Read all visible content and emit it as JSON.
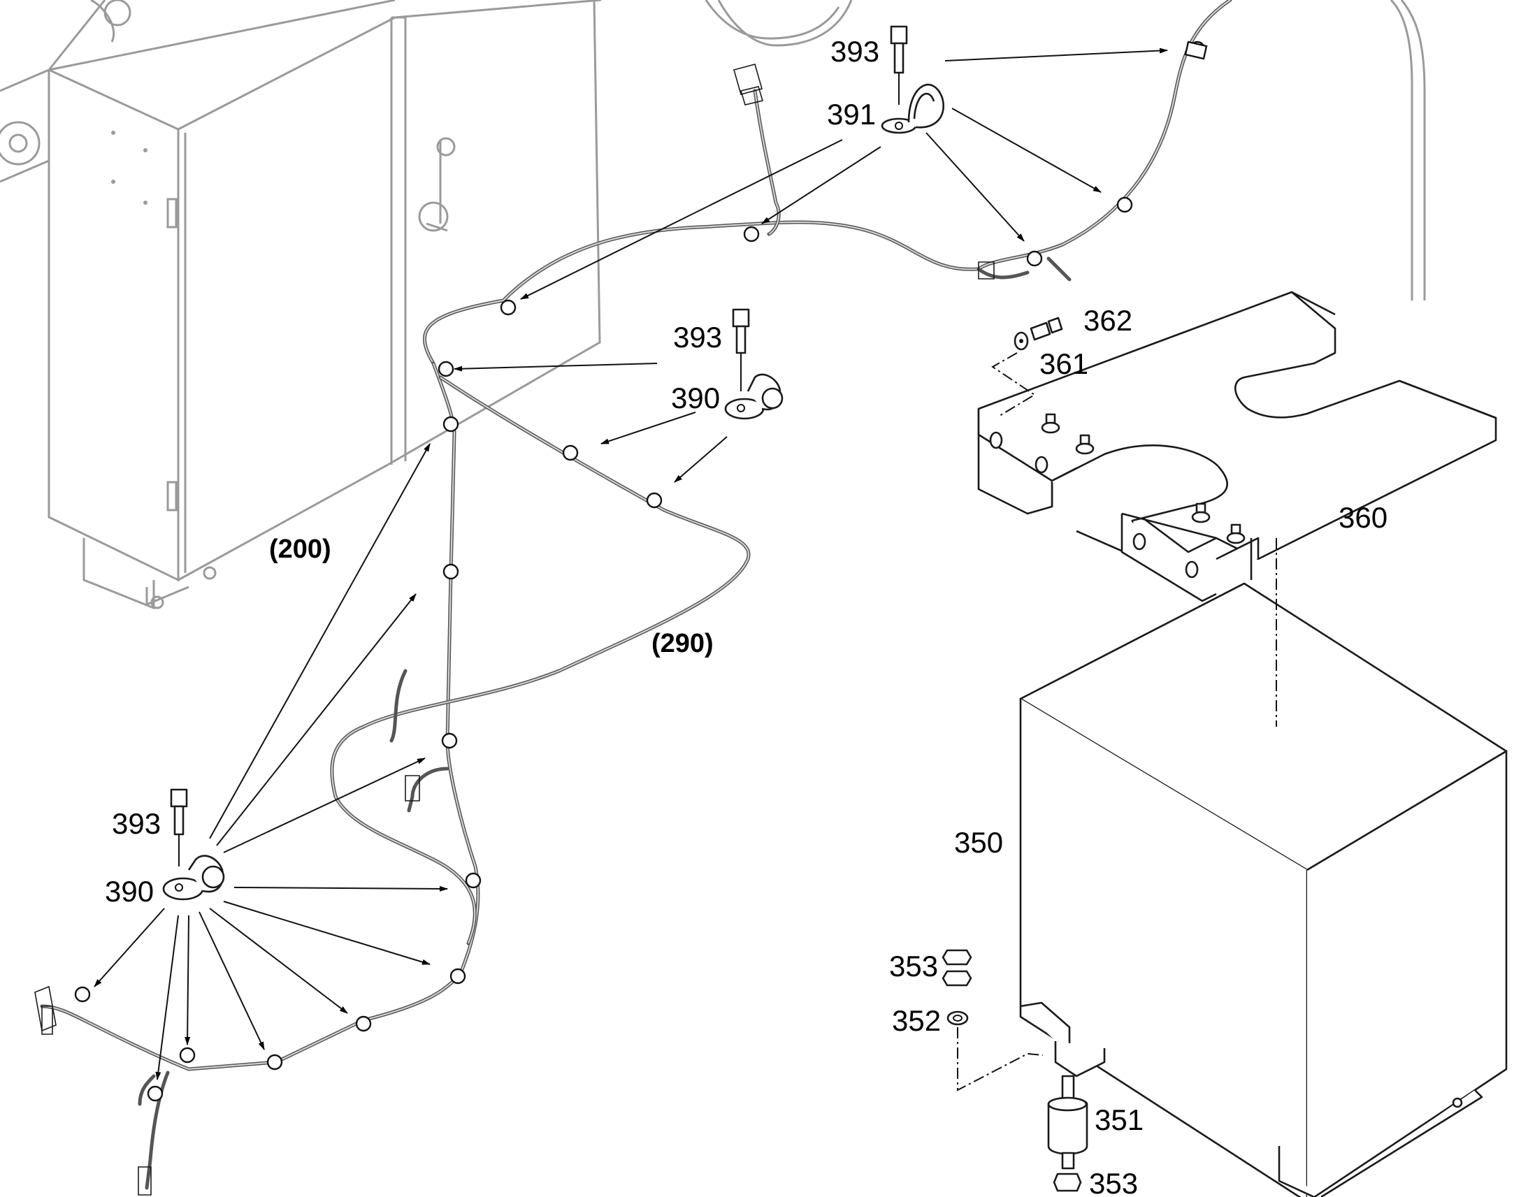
{
  "callouts": {
    "c393_top": "393",
    "c391": "391",
    "c393_mid": "393",
    "c390_mid": "390",
    "c393_low": "393",
    "c390_low": "390",
    "c362": "362",
    "c361": "361",
    "c360": "360",
    "c350": "350",
    "c353_top": "353",
    "c352": "352",
    "c351": "351",
    "c353_bottom": "353"
  },
  "assemblies": {
    "a200": "(200)",
    "a290": "(290)"
  }
}
